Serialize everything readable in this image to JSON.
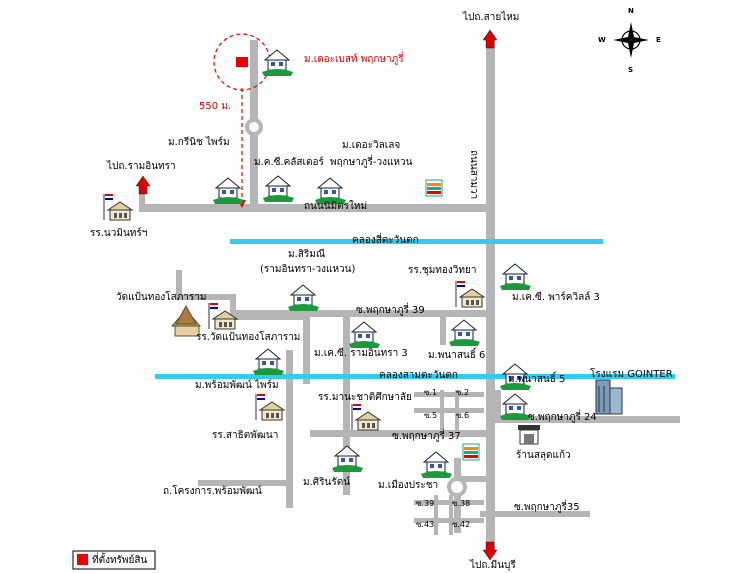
{
  "title_property": "ม.เดอะเบสท์ พฤกษาภูรี่",
  "distance_label": "550 ม.",
  "compass": {
    "n": "N",
    "s": "S",
    "e": "E",
    "w": "W"
  },
  "directions": {
    "sai_mai": "ไปถ.สายไหม",
    "ram_intra": "ไปถ.รามอินทรา",
    "min_buri": "ไปถ.มีนบุรี"
  },
  "roads": {
    "nimit_mai": "ถนนนิมิตรใหม่",
    "ram_intra_road": "ถนนสามวา",
    "phraya_39": "ซ.พฤกษาภูรี่ 39",
    "phraya_37": "ซ.พฤกษาภูรี่ 37",
    "phraya_35": "ซ.พฤกษาภูรี่35",
    "phraya_24": "ซ.พฤกษาภูรี่ 24",
    "khrongkan": "ถ.โครงการ.พร้อมพัฒน์"
  },
  "canals": {
    "saen_saep": "คลองสี่ตะวันตก",
    "sam_tawan": "คลองสามตะวันตก"
  },
  "villages": {
    "green_park": "ม.กรีนิช ไพร์ม",
    "ks_cluster": "ม.ค.ซี.คลัสเตอร์",
    "the_village": "ม.เดอะวิลเลจ",
    "the_village2": "พฤกษาภูรี่-วงแหวน",
    "sirimani": "ม.สิริมณี",
    "sirimani2": "(รามอินทรา-วงแหวน)",
    "ks_park": "ม.เค.ซี. พาร์ควิลล์ 3",
    "ks_ramintra": "ม.เค.ซี. รามอินทรา 3",
    "phanasan6": "ม.พนาสนธิ์ 6",
    "phanasan5": "ม.พนาสนธิ์ 5",
    "prompat": "ม.พร้อมพัฒน์ ไพร์ม",
    "sirin": "ม.ศิรินรัตน์",
    "mueang": "ม.เมืองประชา"
  },
  "schools": {
    "nawamin": "รร.นวมินทร์ฯ",
    "chumthong": "รร.ชุมทองวิทยา",
    "wat_school": "รร.วัดแป้นทองโสภาราม",
    "sarit": "รร.สาธิตพัฒนา",
    "manacha": "รร.มานะชาติศึกษาลัย"
  },
  "temple": "วัดแป้นทองโสภาราม",
  "hotel": "โรงแรม GOINTER",
  "shop": "ร้านสลุดแก้ว",
  "sois": [
    "ซ.1",
    "ซ.2",
    "ซ.5",
    "ซ.6",
    "ซ.39",
    "ซ.38",
    "ซ.43",
    "ซ.42"
  ],
  "legend": "ที่ตั้งทรัพย์สิน",
  "colors": {
    "road": "#b5b5b5",
    "canal": "#33ccee",
    "marker": "#ee0000",
    "arrow": "#dd0000",
    "house": "#1a7a3a"
  }
}
